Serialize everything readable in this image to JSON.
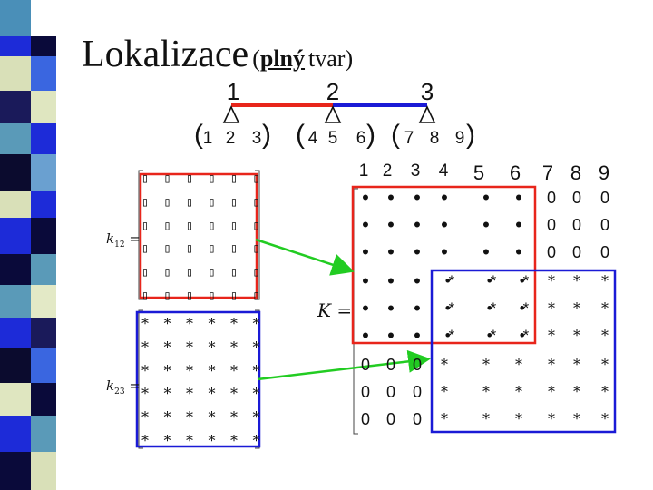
{
  "title": {
    "main": "Lokalizace",
    "open_paren": "(",
    "bold_word": "plný",
    "rest": "tvar)"
  },
  "colors": {
    "red": "#e8251b",
    "blue": "#1a1ad6",
    "green": "#22cc22"
  },
  "nodes": [
    "1",
    "2",
    "3"
  ],
  "dof_groups": [
    [
      "1",
      "2",
      "3"
    ],
    [
      "4",
      "5",
      "6"
    ],
    [
      "7",
      "8",
      "9"
    ]
  ],
  "k12_label": {
    "k": "k",
    "sub": "12",
    "eq": "="
  },
  "k23_label": {
    "k": "k",
    "sub": "23",
    "eq": "="
  },
  "K_label": {
    "k": "K",
    "eq": "="
  },
  "K_col_headers": [
    "1",
    "2",
    "3",
    "4",
    "5",
    "6",
    "7",
    "8",
    "9"
  ],
  "k12_symbol": "▯",
  "k23_symbol": "*",
  "K_rows": [
    [
      "•",
      "•",
      "•",
      "•",
      "•",
      "•",
      "0",
      "0",
      "0"
    ],
    [
      "•",
      "•",
      "•",
      "•",
      "•",
      "•",
      "0",
      "0",
      "0"
    ],
    [
      "•",
      "•",
      "•",
      "•",
      "•",
      "•",
      "0",
      "0",
      "0"
    ],
    [
      "•",
      "•",
      "•",
      "•*",
      "•*",
      "•*",
      "*",
      "*",
      "*"
    ],
    [
      "•",
      "•",
      "•",
      "•*",
      "•*",
      "•*",
      "*",
      "*",
      "*"
    ],
    [
      "•",
      "•",
      "•",
      "•*",
      "•*",
      "•*",
      "*",
      "*",
      "*"
    ],
    [
      "0",
      "0",
      "0",
      "*",
      "*",
      "*",
      "*",
      "*",
      "*"
    ],
    [
      "0",
      "0",
      "0",
      "*",
      "*",
      "*",
      "*",
      "*",
      "*"
    ],
    [
      "0",
      "0",
      "0",
      "*",
      "*",
      "*",
      "*",
      "*",
      "*"
    ]
  ]
}
